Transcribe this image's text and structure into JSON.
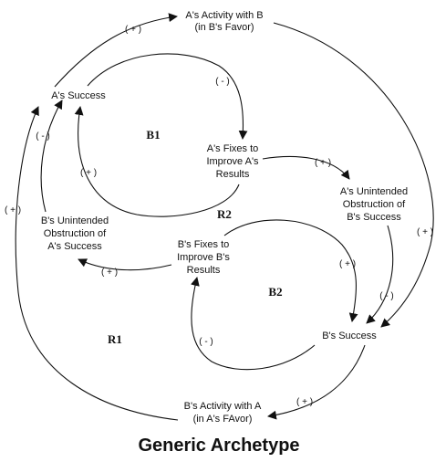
{
  "title": "Generic Archetype",
  "nodes": {
    "a_activity": [
      "A's Activity with B",
      "(in B's Favor)"
    ],
    "a_success": [
      "A's Success"
    ],
    "a_fixes": [
      "A's Fixes to",
      "Improve A's",
      "Results"
    ],
    "a_obstruction": [
      "A's Unintended",
      "Obstruction of",
      "B's Success"
    ],
    "b_obstruction": [
      "B's Unintended",
      "Obstruction of",
      "A's Success"
    ],
    "b_fixes": [
      "B's Fixes to",
      "Improve B's",
      "Results"
    ],
    "b_success": [
      "B's Success"
    ],
    "b_activity": [
      "B's Activity with A",
      "(in A's FAvor)"
    ]
  },
  "loops": {
    "b1": "B1",
    "r2": "R2",
    "b2": "B2",
    "r1": "R1"
  },
  "polarities": {
    "r1_top": "( + )",
    "b1_top": "( - )",
    "b1_left": "( + )",
    "r2_left": "( - )",
    "r1_left": "( + )",
    "r2_mid": "( + )",
    "r1_right": "( + )",
    "b2_right": "( + )",
    "r2_right": "( - )",
    "b2_left": "( - )",
    "r2_b": "( + )",
    "r1_bottom": "( + )"
  }
}
